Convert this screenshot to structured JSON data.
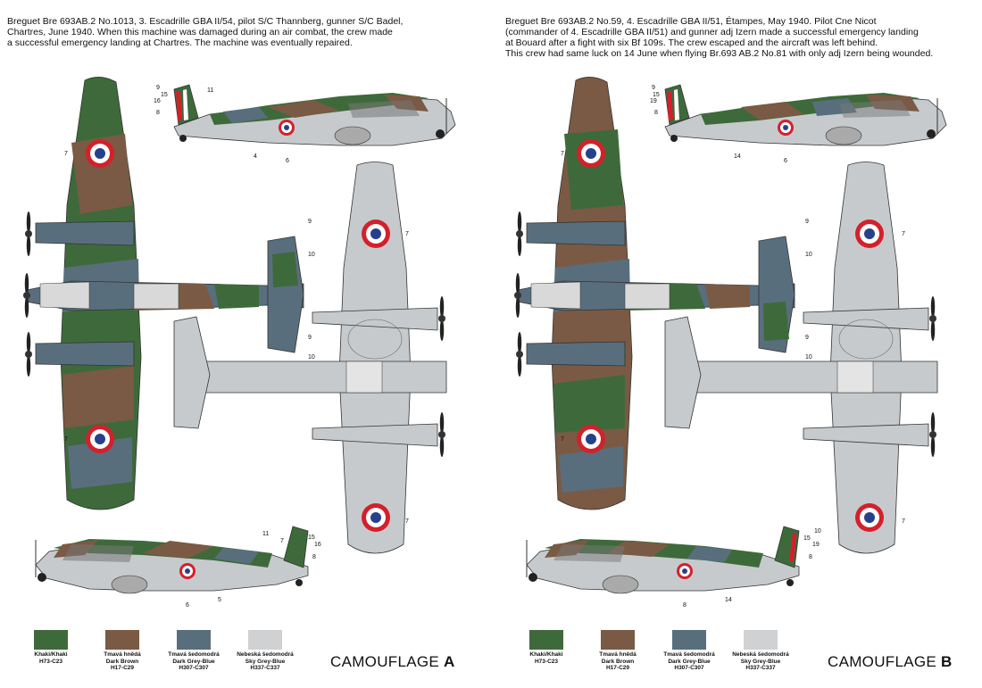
{
  "colors": {
    "khaki": "#3e6a3b",
    "dark_brown": "#7a5a44",
    "dark_grey_blue": "#596e7d",
    "sky_grey_blue": "#cfd1d3",
    "roundel_red": "#d4202a",
    "roundel_blue": "#27408b",
    "underside": "#c7cacc"
  },
  "panels": [
    {
      "caption": "Breguet Bre 693AB.2 No.1013, 3. Escadrille GBA II/54, pilot S/C Thannberg, gunner S/C Badel,\nChartres, June 1940. When this machine was damaged during an air combat, the crew made\na successful emergency landing at Chartres. The machine was eventually repaired.",
      "title_prefix": "CAMOUFLAGE ",
      "title_letter": "A",
      "callouts": {
        "top_side": [
          "9",
          "15",
          "16",
          "8",
          "11",
          "4",
          "6"
        ],
        "plan": [
          "7",
          "7"
        ],
        "under": [
          "9",
          "10",
          "9",
          "10",
          "7",
          "7"
        ],
        "bottom_side": [
          "11",
          "7",
          "15",
          "16",
          "8",
          "6",
          "5"
        ]
      }
    },
    {
      "caption": "Breguet Bre 693AB.2 No.59, 4. Escadrille GBA II/51, Étampes, May 1940. Pilot Cne Nicot\n(commander of 4. Escadrille GBA II/51) and gunner adj Izern made a successful emergency landing\nat Bouard after a fight with six Bf 109s. The crew escaped and the aircraft was left behind.\nThis crew had same luck on 14 June when flying Br.693 AB.2 No.81 with only adj Izern being wounded.",
      "title_prefix": "CAMOUFLAGE ",
      "title_letter": "B",
      "callouts": {
        "top_side": [
          "9",
          "15",
          "19",
          "8",
          "14",
          "6"
        ],
        "plan": [
          "7",
          "7"
        ],
        "under": [
          "9",
          "10",
          "9",
          "10",
          "7",
          "7"
        ],
        "bottom_side": [
          "10",
          "15",
          "19",
          "8",
          "8",
          "14"
        ]
      }
    }
  ],
  "legend": [
    {
      "czech": "Khaki/Khaki",
      "english": "",
      "code": "H73-C23"
    },
    {
      "czech": "Tmavá hnědá",
      "english": "Dark Brown",
      "code": "H17-C29"
    },
    {
      "czech": "Tmavá šedomodrá",
      "english": "Dark Grey-Blue",
      "code": "H307-C307"
    },
    {
      "czech": "Nebeská šedomodrá",
      "english": "Sky Grey-Blue",
      "code": "H337-C337"
    }
  ]
}
